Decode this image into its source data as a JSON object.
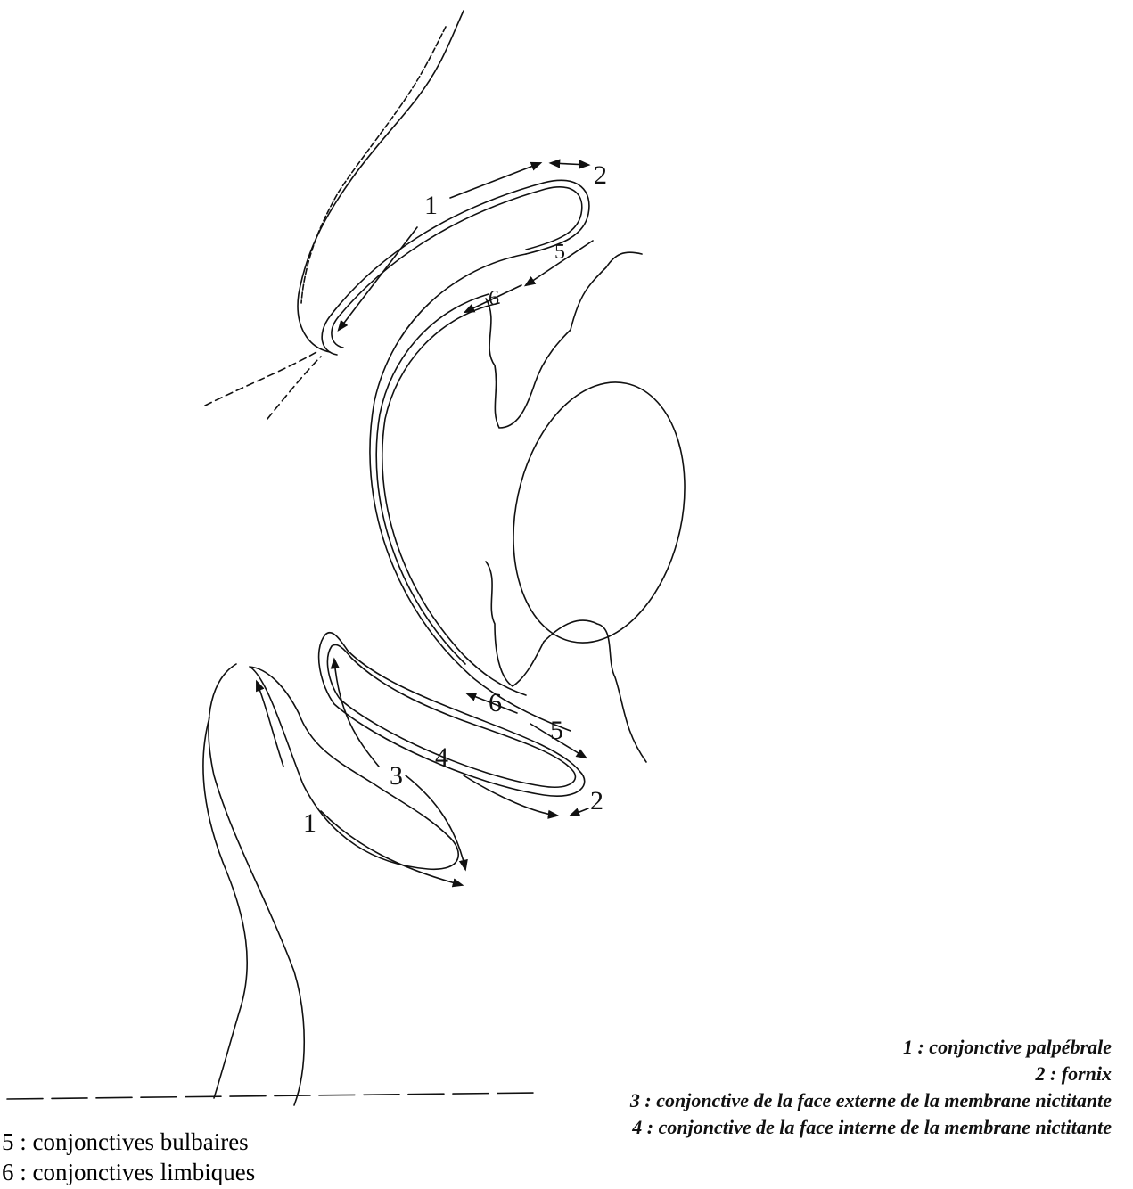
{
  "diagram": {
    "labels": {
      "top_1": "1",
      "top_2": "2",
      "top_5": "5",
      "top_6": "6",
      "bot_6": "6",
      "bot_5": "5",
      "bot_4": "4",
      "bot_3": "3",
      "bot_2": "2",
      "bot_1": "1"
    }
  },
  "legend": {
    "right": [
      "1 : conjonctive palpébrale",
      "2 : fornix",
      "3 : conjonctive de la face externe de la membrane nictitante",
      "4 : conjonctive de la face interne de la membrane nictitante"
    ],
    "left": [
      "5 : conjonctives bulbaires",
      "6 : conjonctives limbiques"
    ]
  }
}
